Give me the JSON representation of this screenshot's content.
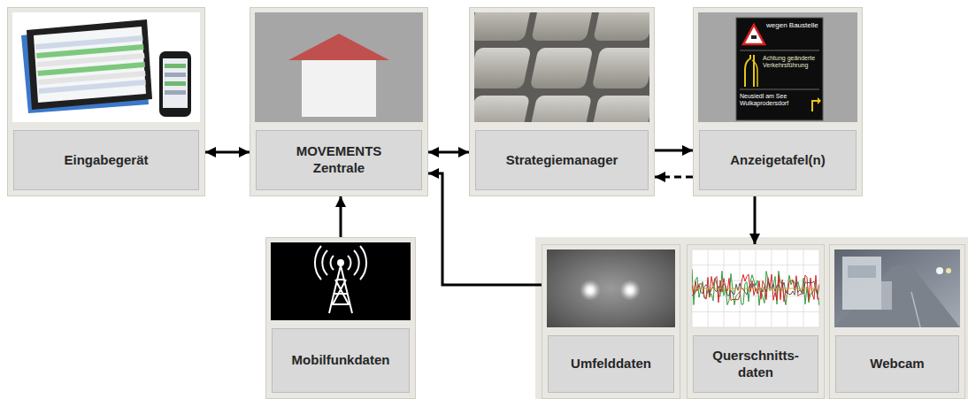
{
  "diagram": {
    "nodes": [
      {
        "text": [
          "Eingabegerät"
        ]
      },
      {
        "text": [
          "MOVEMENTS Zentrale"
        ]
      },
      {
        "text": [
          "Strategiemanager"
        ]
      },
      {
        "text": [
          "Anzeigetafel(n)"
        ]
      },
      {
        "text": [
          "Mobilfunkdaten"
        ]
      },
      {
        "text": [
          "Umfelddaten"
        ]
      },
      {
        "text": [
          "Querschnitts- daten"
        ]
      },
      {
        "text": [
          "Webcam"
        ]
      }
    ],
    "edges": [
      {
        "from": 0,
        "to": 1,
        "arrow": "both"
      },
      {
        "from": 4,
        "to": 1,
        "arrow": "to"
      },
      {
        "from": 1,
        "to": 2,
        "arrow": "both"
      },
      {
        "from": 2,
        "to": 3,
        "arrow": "to"
      },
      {
        "from": 3,
        "to": 2,
        "arrow": "to"
      },
      {
        "from": 3,
        "to": 6,
        "arrow": "to"
      },
      {
        "from": 5,
        "to": 1,
        "arrow": "to"
      }
    ],
    "labels": [
      "wegen Baustelle",
      "Achtung geänderte Verkehrsführung",
      "Neusiedl am See Wulkaprodersdorf"
    ]
  }
}
